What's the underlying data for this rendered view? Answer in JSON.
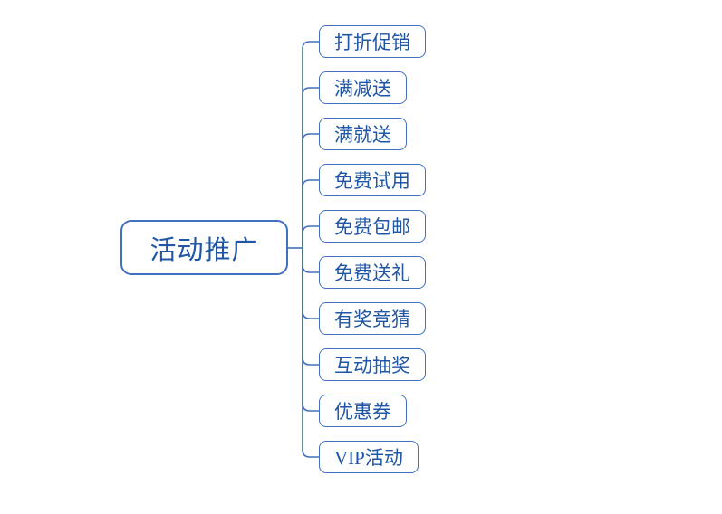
{
  "colors": {
    "line": "#4170BE",
    "border": "#4170BE",
    "text": "#2056A6",
    "background": "#FFFFFF"
  },
  "mindmap": {
    "root": {
      "label": "活动推广"
    },
    "children": [
      {
        "label": "打折促销"
      },
      {
        "label": "满减送"
      },
      {
        "label": "满就送"
      },
      {
        "label": "免费试用"
      },
      {
        "label": "免费包邮"
      },
      {
        "label": "免费送礼"
      },
      {
        "label": "有奖竞猜"
      },
      {
        "label": "互动抽奖"
      },
      {
        "label": "优惠券"
      },
      {
        "label": "VIP活动"
      }
    ]
  }
}
